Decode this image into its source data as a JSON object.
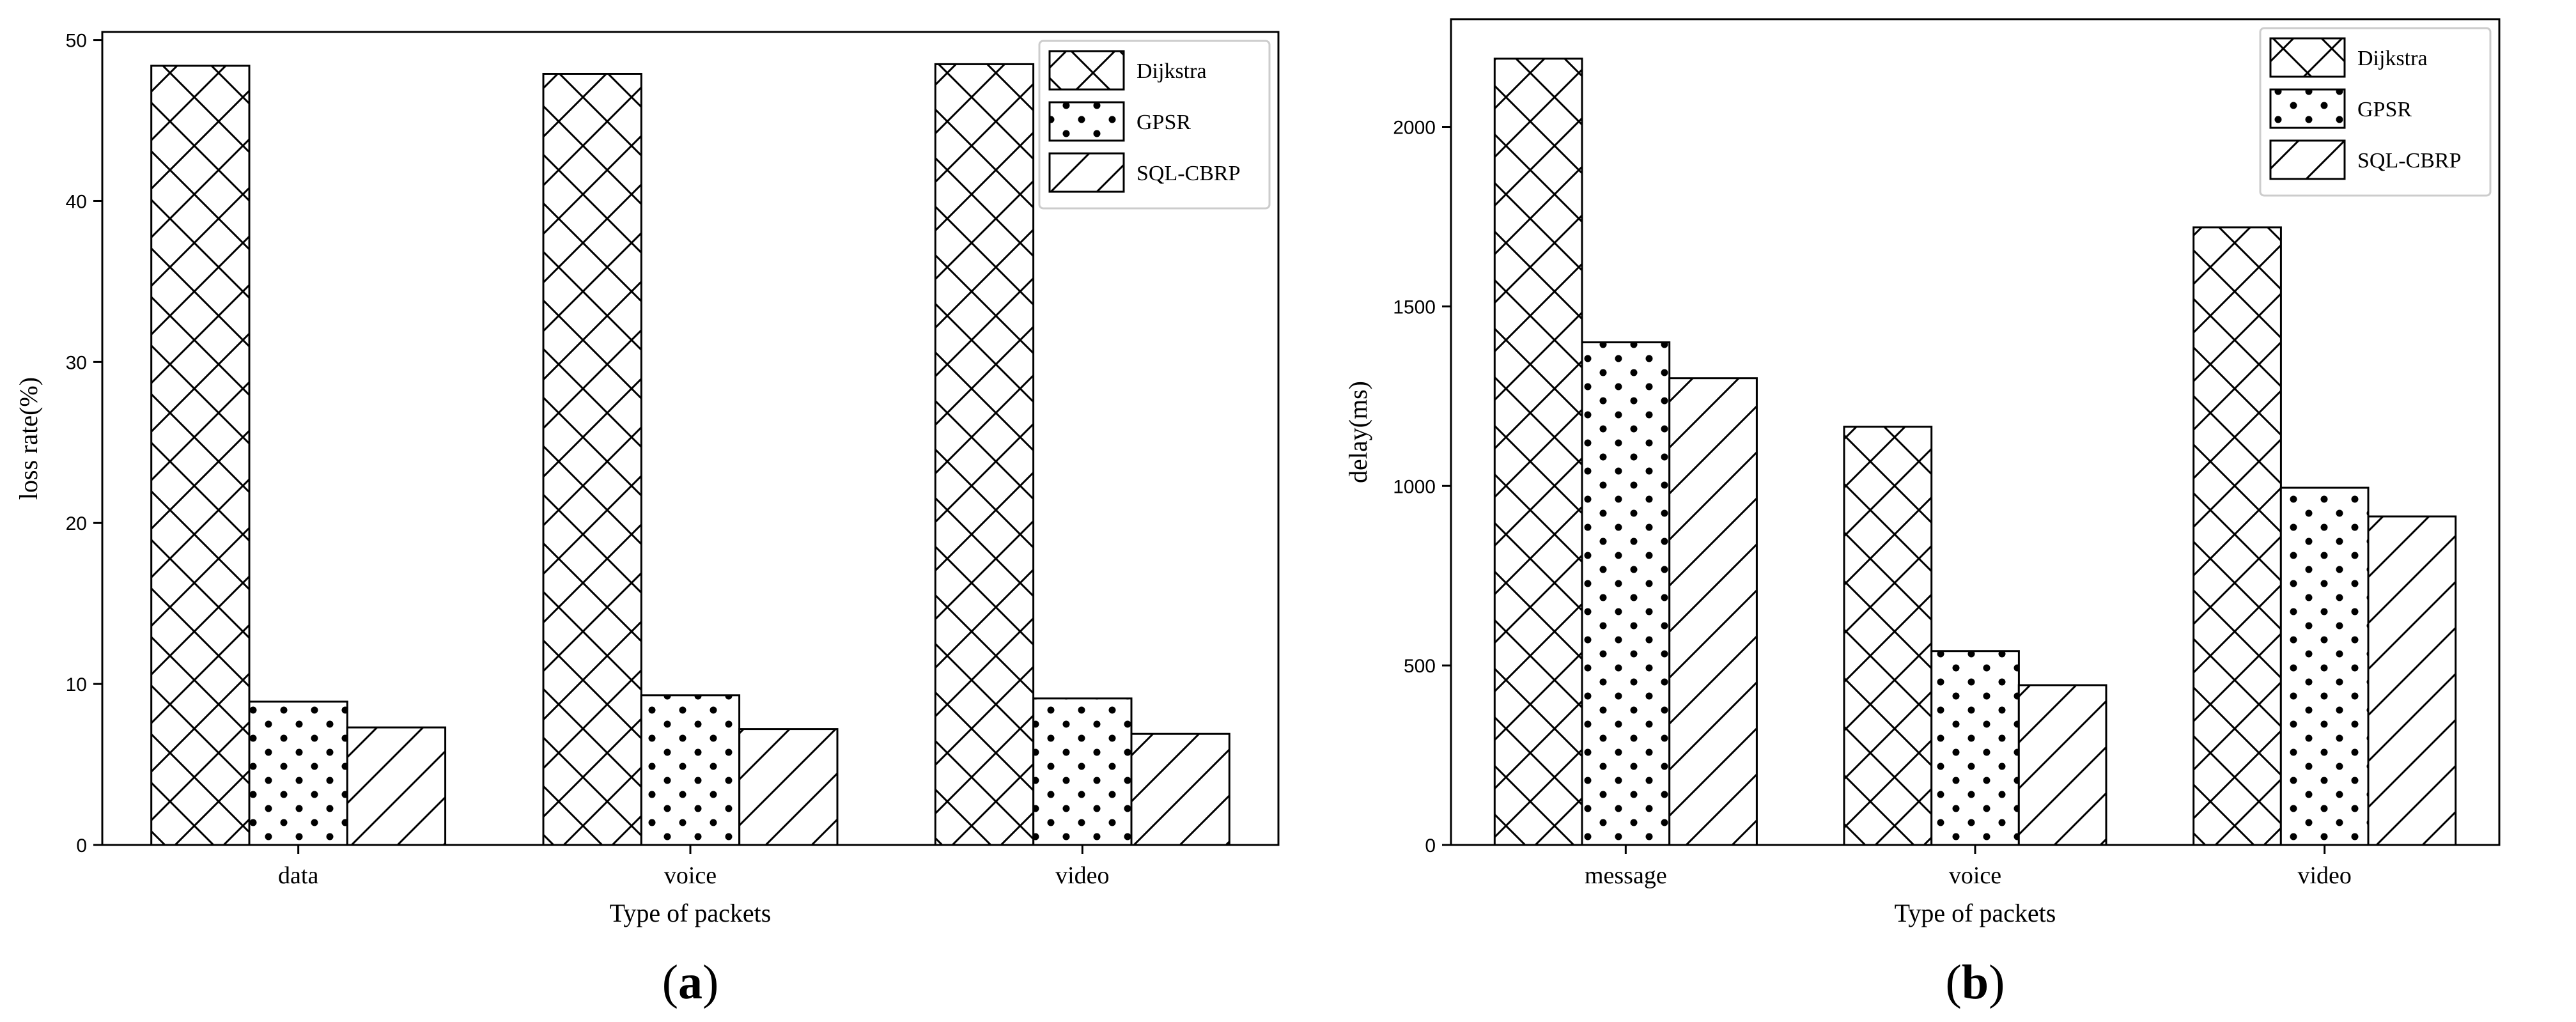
{
  "chart_data": [
    {
      "type": "bar",
      "categories": [
        "data",
        "voice",
        "video"
      ],
      "series": [
        {
          "name": "Dijkstra",
          "values": [
            48.4,
            47.9,
            48.5
          ],
          "hatch": "crosshatch"
        },
        {
          "name": "GPSR",
          "values": [
            8.9,
            9.3,
            9.1
          ],
          "hatch": "dots"
        },
        {
          "name": "SQL-CBRP",
          "values": [
            7.3,
            7.2,
            6.9
          ],
          "hatch": "diagonal"
        }
      ],
      "xlabel": "Type of packets",
      "ylabel": "loss rate(%)",
      "ylim": [
        0,
        50.5
      ],
      "yticks": [
        0,
        10,
        20,
        30,
        40,
        50
      ],
      "panel_label": "a",
      "legend_position": "top-right",
      "grid": false
    },
    {
      "type": "bar",
      "categories": [
        "message",
        "voice",
        "video"
      ],
      "series": [
        {
          "name": "Dijkstra",
          "values": [
            2190,
            1165,
            1720
          ],
          "hatch": "crosshatch"
        },
        {
          "name": "GPSR",
          "values": [
            1400,
            540,
            995
          ],
          "hatch": "dots"
        },
        {
          "name": "SQL-CBRP",
          "values": [
            1300,
            445,
            915
          ],
          "hatch": "diagonal"
        }
      ],
      "xlabel": "Type of packets",
      "ylabel": "delay(ms)",
      "ylim": [
        0,
        2300
      ],
      "yticks": [
        0,
        500,
        1000,
        1500,
        2000
      ],
      "panel_label": "b",
      "legend_position": "top-right",
      "grid": false
    }
  ],
  "colors": {
    "stroke": "#000000",
    "fill": "#ffffff",
    "background": "#ffffff"
  }
}
